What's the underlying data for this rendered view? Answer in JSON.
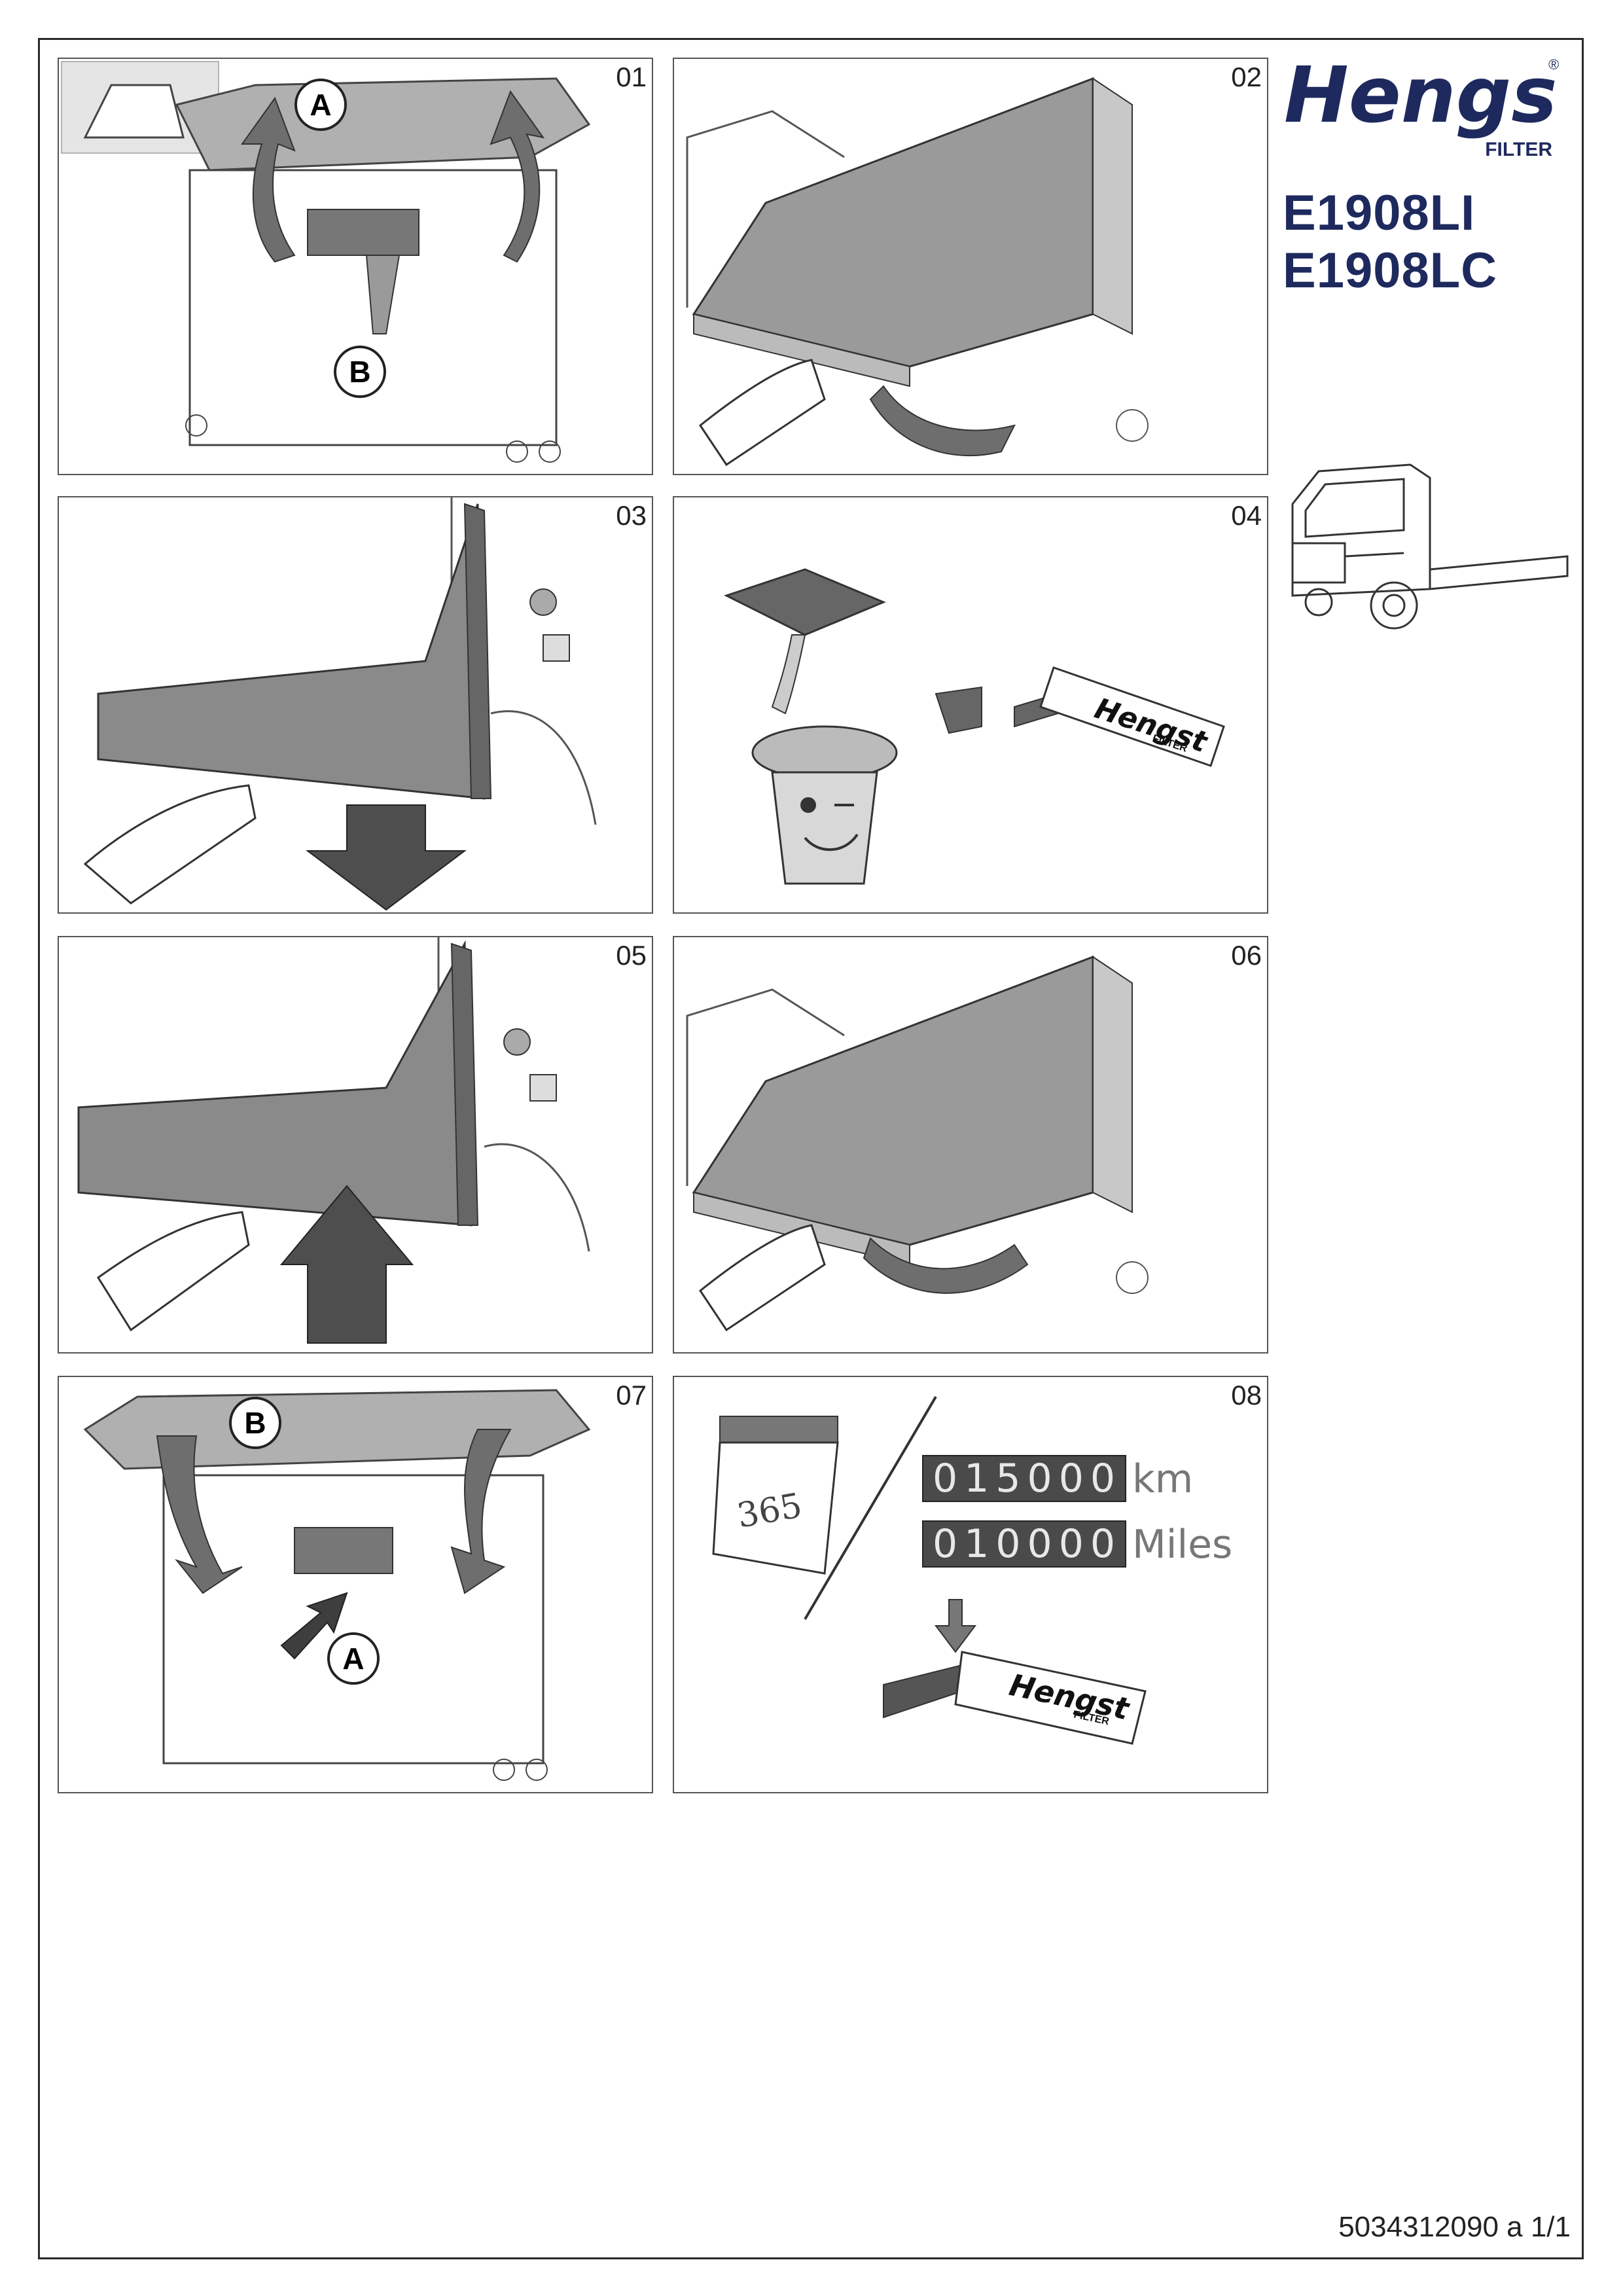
{
  "brand": {
    "name": "Hengst",
    "sub": "FILTER",
    "mark": "®"
  },
  "models": [
    "E1908LI",
    "E1908LC"
  ],
  "document_number": "5034312090 a 1/1",
  "steps": [
    {
      "number": "01",
      "labels": [
        "A",
        "B"
      ]
    },
    {
      "number": "02"
    },
    {
      "number": "03"
    },
    {
      "number": "04",
      "box_brand": "Hengst",
      "box_sub": "FILTER"
    },
    {
      "number": "05"
    },
    {
      "number": "06"
    },
    {
      "number": "07",
      "labels": [
        "B",
        "A"
      ]
    },
    {
      "number": "08",
      "calendar": "365",
      "km_value": "015000",
      "km_unit": "km",
      "miles_value": "010000",
      "miles_unit": "Miles",
      "box_brand": "Hengst",
      "box_sub": "FILTER"
    }
  ],
  "colors": {
    "brand_navy": "#1e2a5e",
    "arrow_gray": "#6e6e6e",
    "filter_gray": "#8a8a8a",
    "counter_bg": "#4a4a4a"
  }
}
